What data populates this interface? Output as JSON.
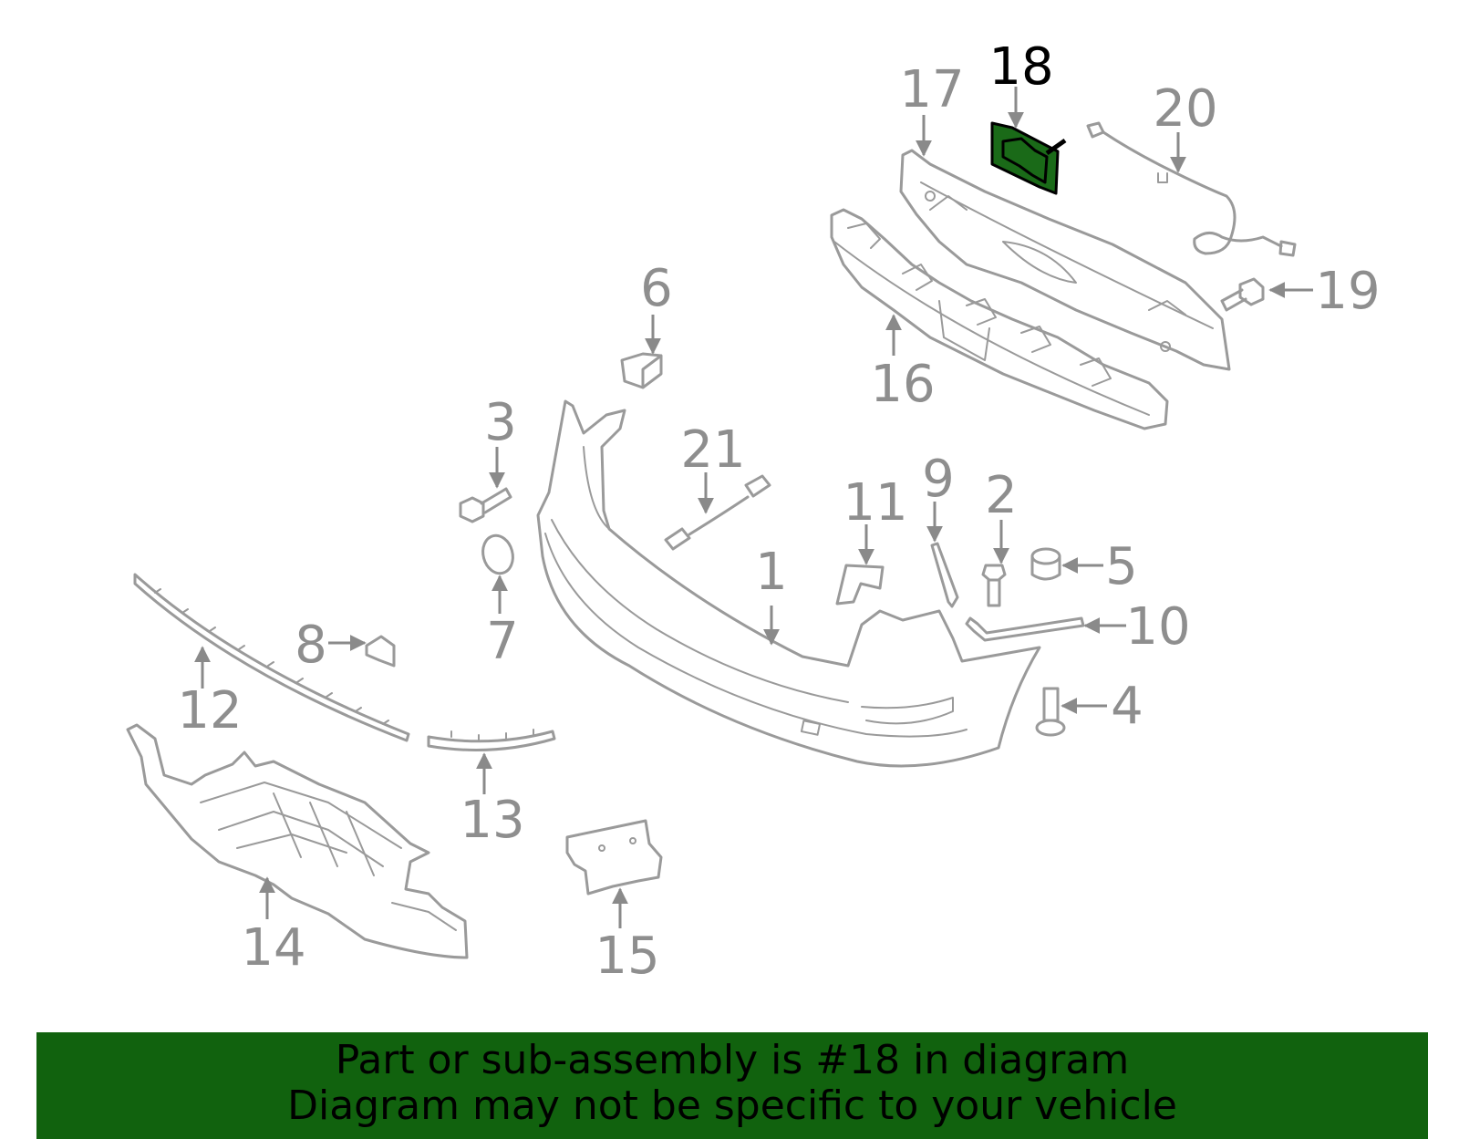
{
  "highlight": {
    "part_number": "18",
    "fill_color": "#1a6a18",
    "stroke_color": "#000000"
  },
  "callouts": {
    "c1": "1",
    "c2": "2",
    "c3": "3",
    "c4": "4",
    "c5": "5",
    "c6": "6",
    "c7": "7",
    "c8": "8",
    "c9": "9",
    "c10": "10",
    "c11": "11",
    "c12": "12",
    "c13": "13",
    "c14": "14",
    "c15": "15",
    "c16": "16",
    "c17": "17",
    "c18": "18",
    "c19": "19",
    "c20": "20",
    "c21": "21"
  },
  "banner": {
    "line1": "Part or sub-assembly is #18 in diagram",
    "line2": "Diagram may not be specific to your vehicle",
    "background": "#11620e"
  }
}
